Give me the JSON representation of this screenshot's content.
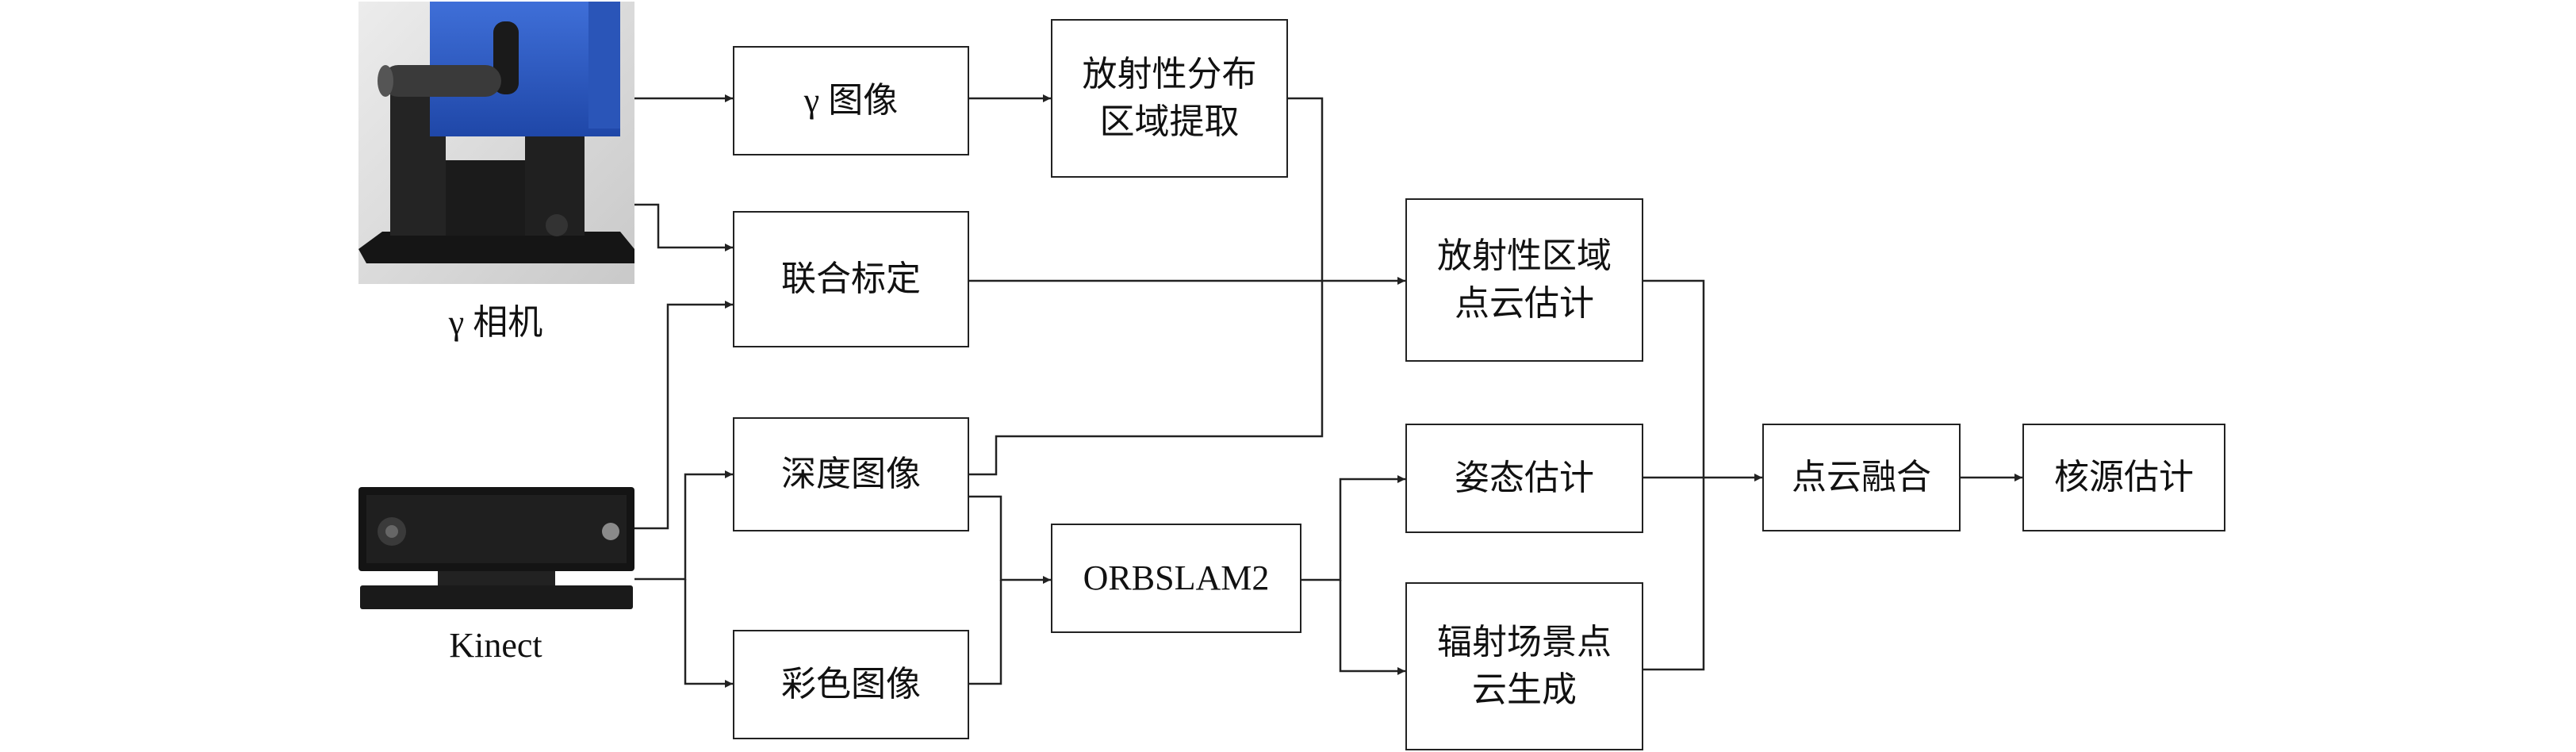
{
  "devices": {
    "gamma_camera": {
      "label": "γ 相机"
    },
    "kinect": {
      "label": "Kinect"
    }
  },
  "nodes": {
    "gamma_image": {
      "label": "γ 图像"
    },
    "joint_calibration": {
      "label": "联合标定"
    },
    "depth_image": {
      "label": "深度图像"
    },
    "color_image": {
      "label": "彩色图像"
    },
    "radiation_region_extraction": {
      "line1": "放射性分布",
      "line2": "区域提取"
    },
    "orbslam2": {
      "label": "ORBSLAM2"
    },
    "radiation_region_pointcloud": {
      "line1": "放射性区域",
      "line2": "点云估计"
    },
    "pose_estimation": {
      "label": "姿态估计"
    },
    "scene_pointcloud_generation": {
      "line1": "辐射场景点",
      "line2": "云生成"
    },
    "pointcloud_fusion": {
      "label": "点云融合"
    },
    "source_estimation": {
      "label": "核源估计"
    }
  }
}
